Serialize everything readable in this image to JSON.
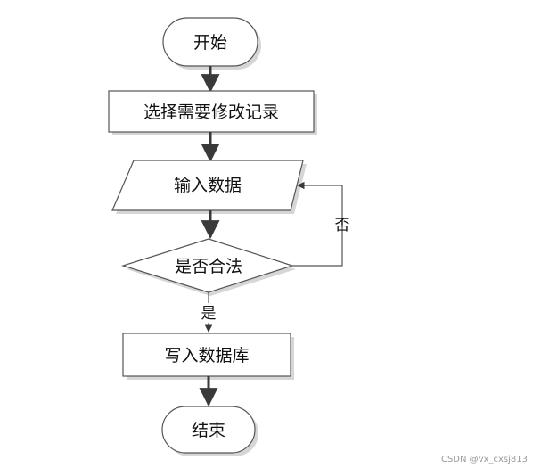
{
  "flowchart": {
    "start_label": "开始",
    "select_label": "选择需要修改记录",
    "input_label": "输入数据",
    "decision_label": "是否合法",
    "no_label": "否",
    "yes_label": "是",
    "write_label": "写入数据库",
    "end_label": "结束"
  },
  "watermark": "CSDN @vx_cxsj813",
  "colors": {
    "stroke": "#555555",
    "arrow": "#3a3a3a",
    "shadow": "#d6d6d6",
    "text": "#111111"
  }
}
